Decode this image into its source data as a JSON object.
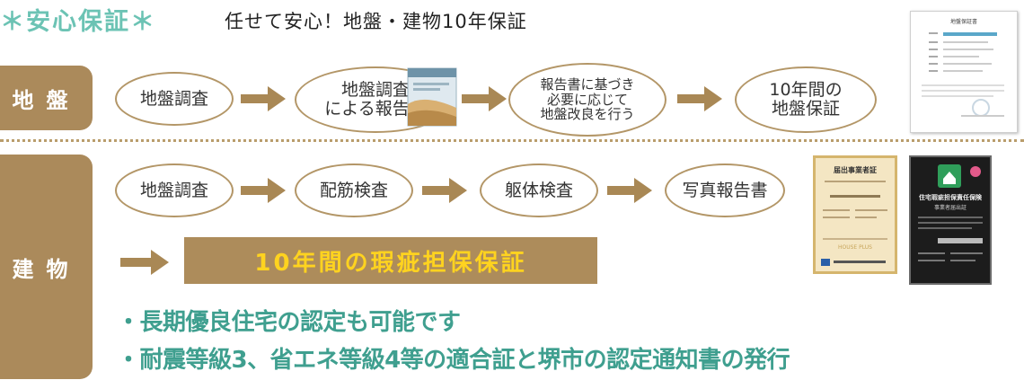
{
  "header": {
    "title": "＊安心保証＊",
    "subtitle": "任せて安心！地盤・建物10年保証"
  },
  "ground": {
    "label": "地盤",
    "steps": [
      "地盤調査",
      "地盤調査\nによる報告書",
      "報告書に基づき\n必要に応じて\n地盤改良を行う",
      "10年間の\n地盤保証"
    ]
  },
  "building": {
    "label": "建物",
    "steps": [
      "地盤調査",
      "配筋検査",
      "躯体検査",
      "写真報告書"
    ],
    "warranty_banner": "10年間の瑕疵担保保証",
    "bullets": [
      "・長期優良住宅の認定も可能です",
      "・耐震等級3、省エネ等級4等の適合証と堺市の認定通知書の発行"
    ]
  },
  "certificates": {
    "cert1_title": "地盤保証書",
    "cert2_title": "届出事業者証",
    "cert2_logo": "HOUSE PLUS",
    "cert3_title": "住宅瑕疵担保責任保険",
    "cert3_sub": "事業者届出証"
  },
  "colors": {
    "accent_teal": "#6cc3b4",
    "brown": "#ab8a5b",
    "banner_text": "#ffd31f",
    "bullet_text": "#3f9f8f"
  }
}
